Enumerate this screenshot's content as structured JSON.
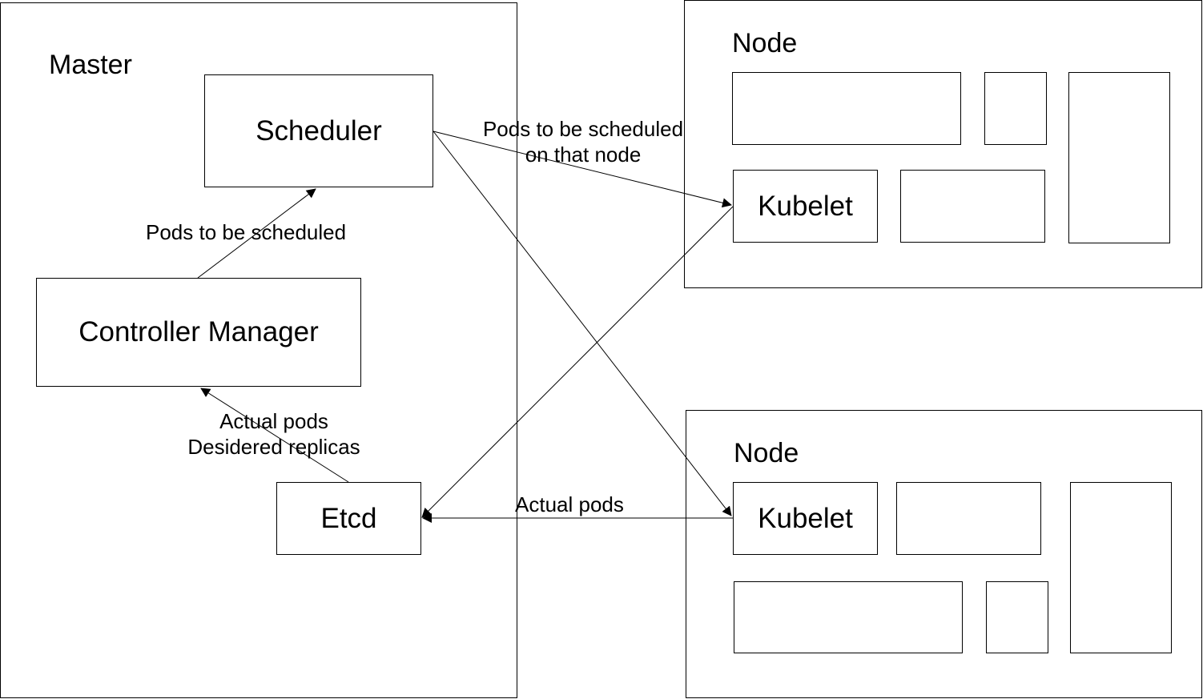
{
  "master": {
    "title": "Master",
    "scheduler": "Scheduler",
    "controller_manager": "Controller Manager",
    "etcd": "Etcd"
  },
  "node_top": {
    "title": "Node",
    "kubelet": "Kubelet"
  },
  "node_bottom": {
    "title": "Node",
    "kubelet": "Kubelet"
  },
  "edges": {
    "pods_to_be_scheduled": "Pods to be scheduled",
    "pods_on_node_line1": "Pods to be scheduled",
    "pods_on_node_line2": "on that node",
    "actual_desired_line1": "Actual pods",
    "actual_desired_line2": "Desidered replicas",
    "actual_pods": "Actual pods"
  },
  "colors": {
    "stroke": "#000000",
    "background": "#ffffff"
  }
}
